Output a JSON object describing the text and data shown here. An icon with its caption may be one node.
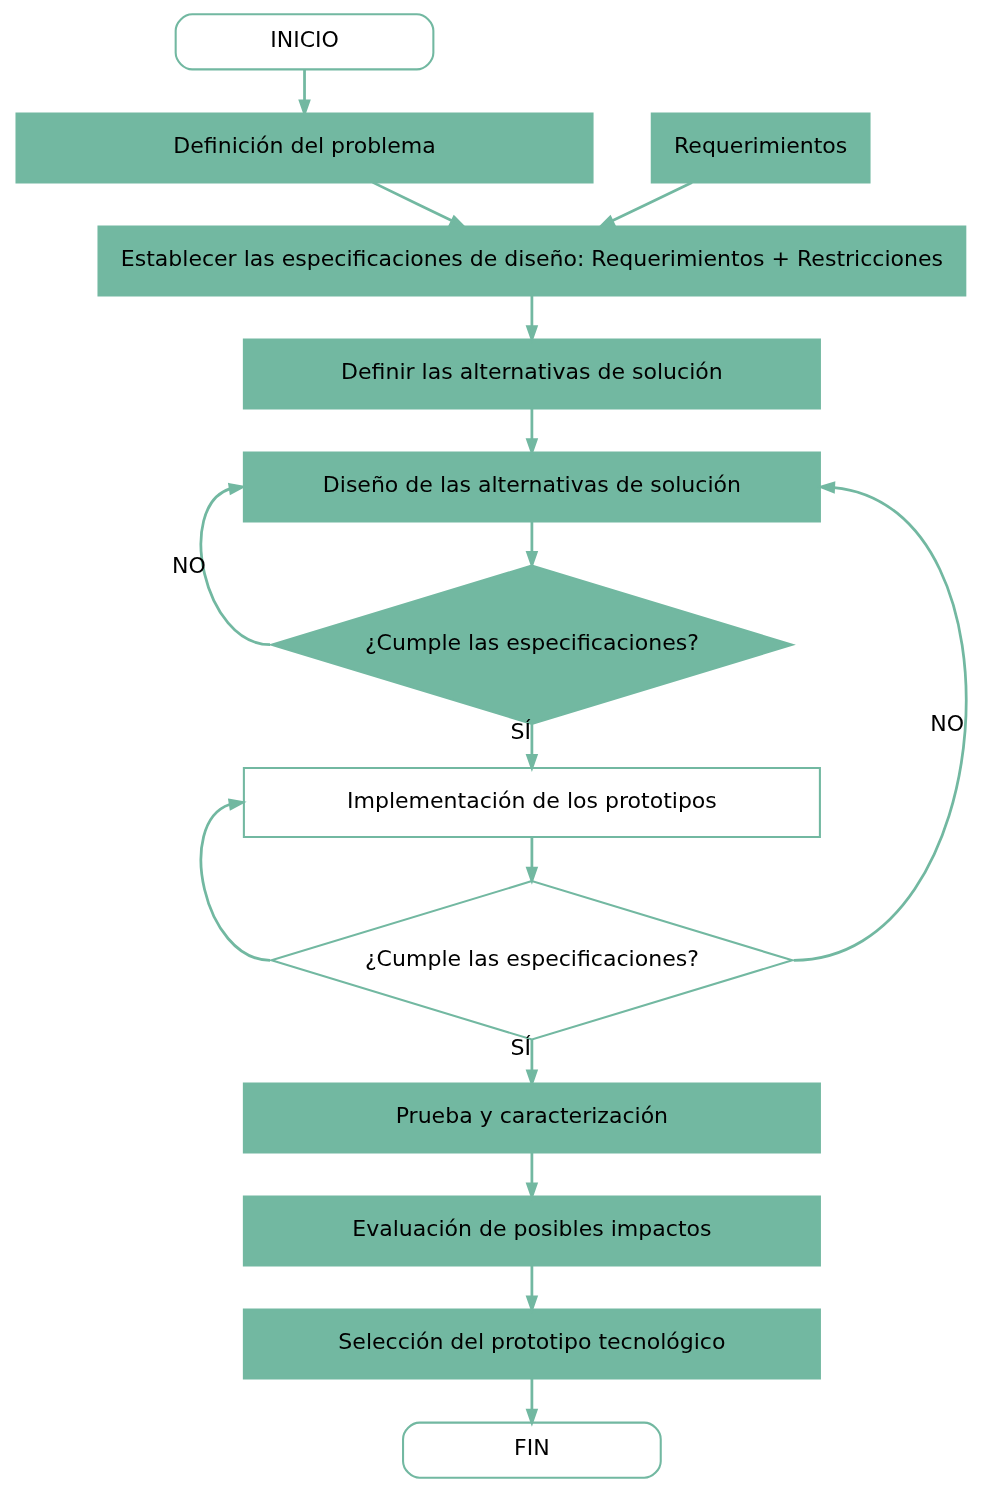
{
  "diagram": {
    "nodes": [
      {
        "text": [
          "INICIO"
        ]
      },
      {
        "text": [
          "Definición del problema"
        ]
      },
      {
        "text": [
          "Requerimientos"
        ]
      },
      {
        "text": [
          "Establecer las especificaciones de diseño: Requerimientos + Restricciones"
        ]
      },
      {
        "text": [
          "Definir las alternativas de solución"
        ]
      },
      {
        "text": [
          "Diseño de las alternativas de solución"
        ]
      },
      {
        "text": [
          "¿Cumple las especificaciones?"
        ]
      },
      {
        "text": [
          "Implementación de los prototipos"
        ]
      },
      {
        "text": [
          "¿Cumple las especificaciones?"
        ]
      },
      {
        "text": [
          "Prueba y caracterización"
        ]
      },
      {
        "text": [
          "Evaluación de posibles impactos"
        ]
      },
      {
        "text": [
          "Selección del prototipo tecnológico"
        ]
      },
      {
        "text": [
          "FIN"
        ]
      }
    ],
    "edges": [
      {
        "from": 0,
        "to": 1,
        "arrow": "to"
      },
      {
        "from": 1,
        "to": 3,
        "arrow": "to"
      },
      {
        "from": 2,
        "to": 3,
        "arrow": "to"
      },
      {
        "from": 3,
        "to": 4,
        "arrow": "to"
      },
      {
        "from": 4,
        "to": 5,
        "arrow": "to"
      },
      {
        "from": 5,
        "to": 6,
        "arrow": "to"
      },
      {
        "from": 6,
        "to": 5,
        "arrow": "to",
        "label": "NO"
      },
      {
        "from": 6,
        "to": 7,
        "arrow": "to",
        "label": "SÍ"
      },
      {
        "from": 7,
        "to": 8,
        "arrow": "to"
      },
      {
        "from": 8,
        "to": 5,
        "arrow": "to",
        "label": "NO"
      },
      {
        "from": 8,
        "to": 7,
        "arrow": "to"
      },
      {
        "from": 8,
        "to": 9,
        "arrow": "to",
        "label": "SÍ"
      },
      {
        "from": 9,
        "to": 10,
        "arrow": "to"
      },
      {
        "from": 10,
        "to": 11,
        "arrow": "to"
      },
      {
        "from": 11,
        "to": 12,
        "arrow": "to"
      }
    ]
  }
}
